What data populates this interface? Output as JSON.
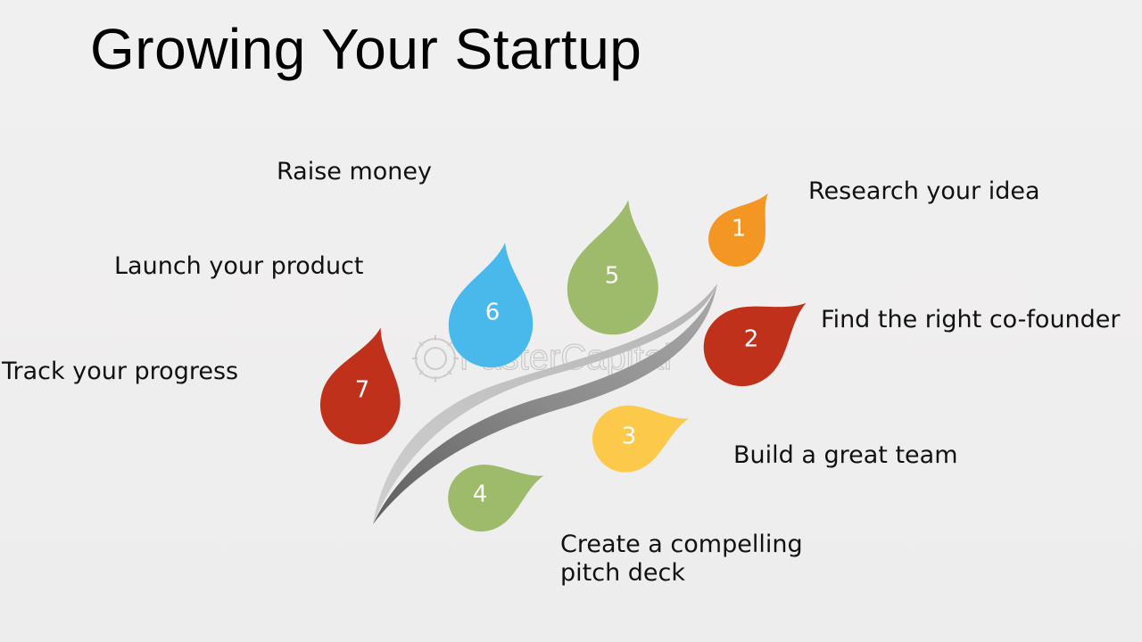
{
  "title": "Growing Your Startup",
  "watermark": "FasterCapital",
  "steps": [
    {
      "number": "1",
      "label": "Research your idea",
      "color": "#f39624"
    },
    {
      "number": "2",
      "label": "Find the right co-founder",
      "color": "#c0311c"
    },
    {
      "number": "3",
      "label": "Build a great team",
      "color": "#fdc94a"
    },
    {
      "number": "4",
      "label": "Create a compelling pitch deck",
      "color": "#9dbb6a"
    },
    {
      "number": "5",
      "label": "Raise money",
      "color": "#9dbb6a"
    },
    {
      "number": "6",
      "label": "Launch your product",
      "color": "#48b9ea"
    },
    {
      "number": "7",
      "label": "Track your progress",
      "color": "#c0311c"
    }
  ]
}
